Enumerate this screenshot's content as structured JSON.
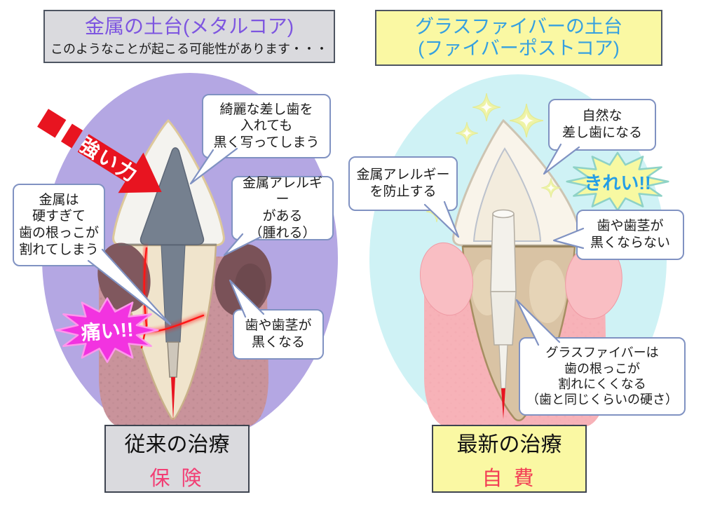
{
  "left": {
    "title": "金属の土台(メタルコア)",
    "subtitle": "このようなことが起こる可能性があります・・・",
    "force_label": "強い力",
    "pain_label": "痛い!!",
    "callout_photo": "綺麗な差し歯を\n入れても\n黒く写ってしまう",
    "callout_allergy": "金属アレルギー\nがある\n（腫れる）",
    "callout_crack": "金属は\n硬すぎて\n歯の根っこが\n割れてしまう",
    "callout_gum": "歯や歯茎が\n黒くなる",
    "footer_title": "従来の治療",
    "footer_cost": "保 険"
  },
  "right": {
    "title": "グラスファイバーの土台\n(ファイバーポストコア)",
    "beauty_label": "きれい!!",
    "callout_natural": "自然な\n差し歯になる",
    "callout_allergy": "金属アレルギー\nを防止する",
    "callout_gum": "歯や歯茎が\n黒くならない",
    "callout_fiber": "グラスファイバーは\n歯の根っこが\n割れにくくなる\n（歯と同じくらいの硬さ）",
    "footer_title": "最新の治療",
    "footer_cost": "自 費"
  },
  "icons": {
    "sparkle": "four-point-star",
    "force_arrow": "thick-red-dashed-arrow",
    "pain_burst": "12-spike-starburst",
    "beauty_burst": "12-spike-starburst"
  },
  "colors": {
    "left_ellipse": "#b4a7e3",
    "right_ellipse": "#cff2f5",
    "left_title_text": "#7d55e0",
    "right_title_text": "#35a0e0",
    "gray_box_bg": "#dadade",
    "yellow_box_bg": "#faf8a3",
    "callout_border": "#8092c2",
    "arrow_red": "#e81420",
    "pain_burst_fill": "#f233e0",
    "beauty_burst_fill": "#f7f9a2",
    "cost_pink": "#f23e74",
    "metal_core_gray": "#75808f",
    "healthy_gum_pink": "#f7b2b8",
    "discolored_gum": "#80585e"
  }
}
